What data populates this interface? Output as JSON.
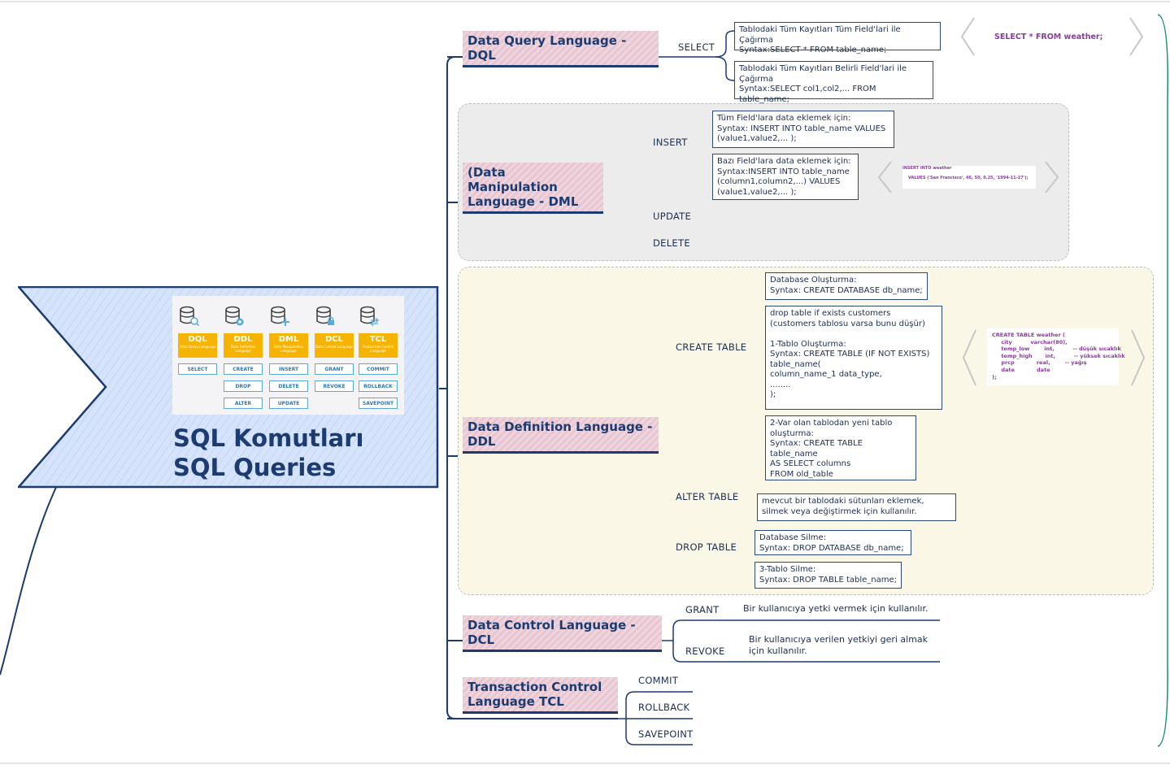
{
  "hero": {
    "title_line1": "SQL Komutları",
    "title_line2": "SQL Queries",
    "columns": [
      {
        "name": "DQL",
        "sub": "Data Query Language",
        "commands": [
          "SELECT"
        ],
        "icon": "database-search-icon"
      },
      {
        "name": "DDL",
        "sub": "Data Definition Language",
        "commands": [
          "CREATE",
          "DROP",
          "ALTER"
        ],
        "icon": "database-gear-icon"
      },
      {
        "name": "DML",
        "sub": "Data Manipulation Language",
        "commands": [
          "INSERT",
          "DELETE",
          "UPDATE"
        ],
        "icon": "database-plus-icon"
      },
      {
        "name": "DCL",
        "sub": "Data Control Language",
        "commands": [
          "GRANT",
          "REVOKE"
        ],
        "icon": "database-lock-icon"
      },
      {
        "name": "TCL",
        "sub": "Transaction Control Language",
        "commands": [
          "COMMIT",
          "ROLLBACK",
          "SAVEPOINT"
        ],
        "icon": "database-exchange-icon"
      }
    ]
  },
  "categories": {
    "dql": "Data Query Language - DQL",
    "dml": "(Data Manipulation Language - DML",
    "ddl": "Data Definition Language - DDL",
    "dcl": "Data Control Language - DCL",
    "tcl": "Transaction Control Language TCL"
  },
  "dql": {
    "select": "SELECT",
    "note1": "Tablodaki Tüm Kayıtları Tüm Field'lari ile Çağırma\nSyntax:SELECT * FROM table_name;",
    "note2": "Tablodaki Tüm Kayıtları Belirli Field'lari ile Çağırma\nSyntax:SELECT col1,col2,... FROM table_name;",
    "example": "SELECT * FROM weather;"
  },
  "dml": {
    "insert": "INSERT",
    "update": "UPDATE",
    "delete": "DELETE",
    "note1": "Tüm Field'lara data eklemek için:\nSyntax: INSERT INTO table_name VALUES\n(value1,value2,... );",
    "note2": "Bazı Field'lara data eklemek için:\nSyntax:INSERT INTO table_name\n(column1,column2,...) VALUES\n(value1,value2,... );",
    "example": "INSERT INTO weather\n\n    VALUES ('San Francisco', 46, 50, 0.25, '1994-11-27');"
  },
  "ddl": {
    "create": "CREATE TABLE",
    "alter": "ALTER TABLE",
    "drop": "DROP TABLE",
    "note_db": "Database Oluşturma:\nSyntax: CREATE DATABASE db_name;",
    "note_table": "drop table if exists customers (customers tablosu varsa bunu düşür)\n\n1-Tablo Oluşturma:\nSyntax: CREATE TABLE (IF NOT EXISTS) table_name(\ncolumn_name_1 data_type,\n........\n);",
    "note_copy": "2-Var olan tablodan yeni tablo oluşturma:\nSyntax: CREATE TABLE table_name\n AS SELECT columns\n FROM old_table",
    "note_alter": "mevcut bir tablodaki sütunları eklemek, silmek veya değiştirmek için kullanılır.",
    "note_dropdb": "Database Silme:\nSyntax: DROP DATABASE db_name;",
    "note_droptable": "3-Tablo Silme:\nSyntax: DROP TABLE table_name;",
    "example": "CREATE TABLE weather (\n     city          varchar(80),\n     temp_low        int,          -- düşük sıcaklık\n     temp_high       int,          -- yüksek sıcaklık\n     prcp            real,        -- yağış\n     date            date\n);"
  },
  "dcl": {
    "grant": "GRANT",
    "revoke": "REVOKE",
    "grant_note": "Bir kullanıcıya yetki vermek için kullanılır.",
    "revoke_note": "Bir kullanıcıya verilen yetkiyi geri almak için kullanılır."
  },
  "tcl": {
    "commit": "COMMIT",
    "rollback": "ROLLBACK",
    "savepoint": "SAVEPOINT"
  },
  "colors": {
    "line": "#1c3b70",
    "category_bg": "#e7c6d2",
    "hero_bg": "#d5e3fb",
    "accent_yellow": "#f6b300",
    "code_purple": "#8a3c9c"
  }
}
